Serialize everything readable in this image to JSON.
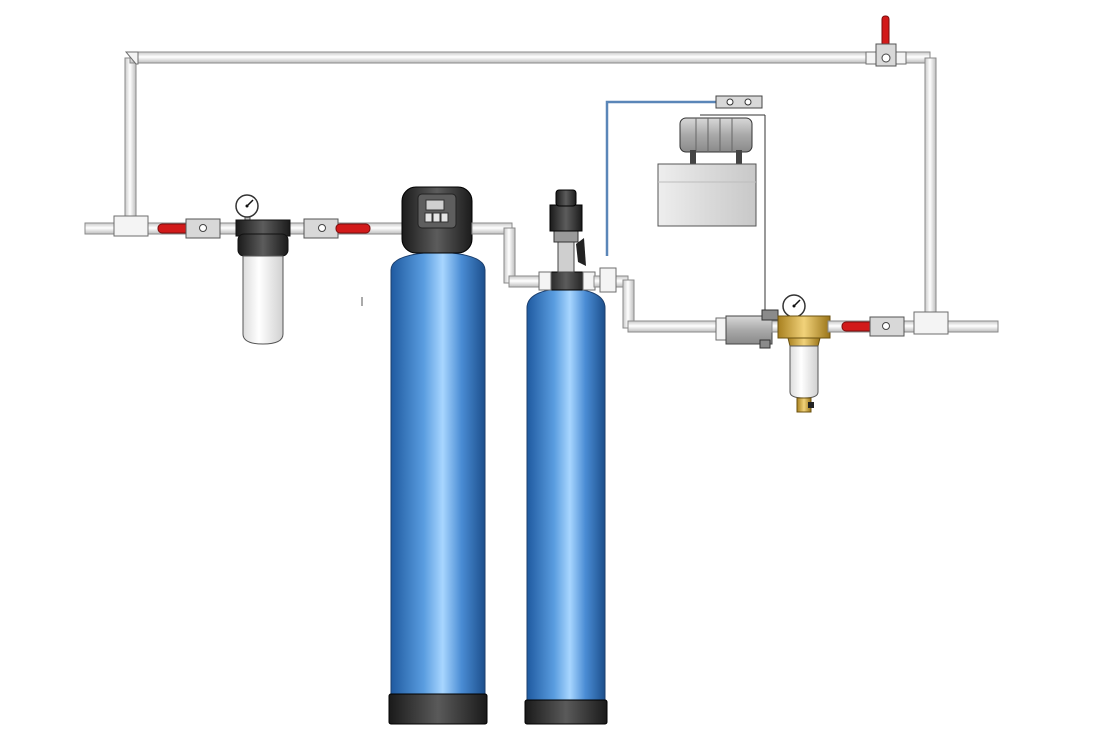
{
  "diagram": {
    "colors": {
      "tank_blue": "#3a7fc8",
      "tank_highlight": "#9fd0ff",
      "tank_base": "#2b2b2b",
      "pipe": "#f2f2f2",
      "valve_handle": "#d21a1a",
      "brass": "#d9b34a",
      "housing_black": "#2a2a2a",
      "housing_clear": "#fafafa",
      "air_line": "#5a86b8"
    },
    "components": [
      {
        "id": "bypass-line",
        "icon": "pipe-icon"
      },
      {
        "id": "bypass-valve",
        "icon": "ball-valve-icon"
      },
      {
        "id": "inlet-valve",
        "icon": "ball-valve-icon"
      },
      {
        "id": "pressure-gauge-1",
        "icon": "pressure-gauge-icon"
      },
      {
        "id": "cartridge-filter",
        "icon": "filter-housing-icon"
      },
      {
        "id": "valve-2",
        "icon": "ball-valve-icon"
      },
      {
        "id": "softener-tank",
        "icon": "tank-icon"
      },
      {
        "id": "control-valve-head",
        "icon": "control-head-icon"
      },
      {
        "id": "aeration-tank",
        "icon": "tank-icon"
      },
      {
        "id": "air-release-valve",
        "icon": "air-valve-icon"
      },
      {
        "id": "air-compressor",
        "icon": "compressor-icon"
      },
      {
        "id": "control-box",
        "icon": "controller-box-icon"
      },
      {
        "id": "flow-switch",
        "icon": "flow-switch-icon"
      },
      {
        "id": "pressure-gauge-2",
        "icon": "pressure-gauge-icon"
      },
      {
        "id": "brass-sediment-filter",
        "icon": "sediment-filter-icon"
      },
      {
        "id": "outlet-valve",
        "icon": "ball-valve-icon"
      }
    ]
  }
}
